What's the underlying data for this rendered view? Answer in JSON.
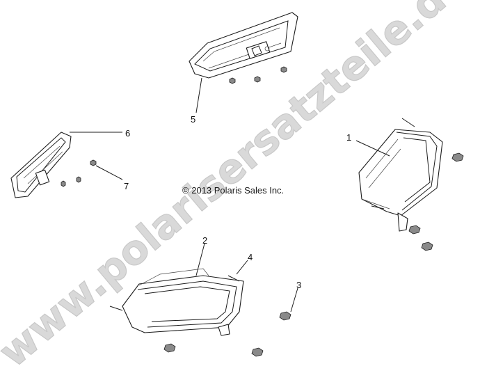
{
  "watermark": "www.polarisersatzteile.de",
  "copyright": "© 2013 Polaris Sales Inc.",
  "callouts": [
    "1",
    "2",
    "3",
    "4",
    "5",
    "6",
    "7"
  ]
}
